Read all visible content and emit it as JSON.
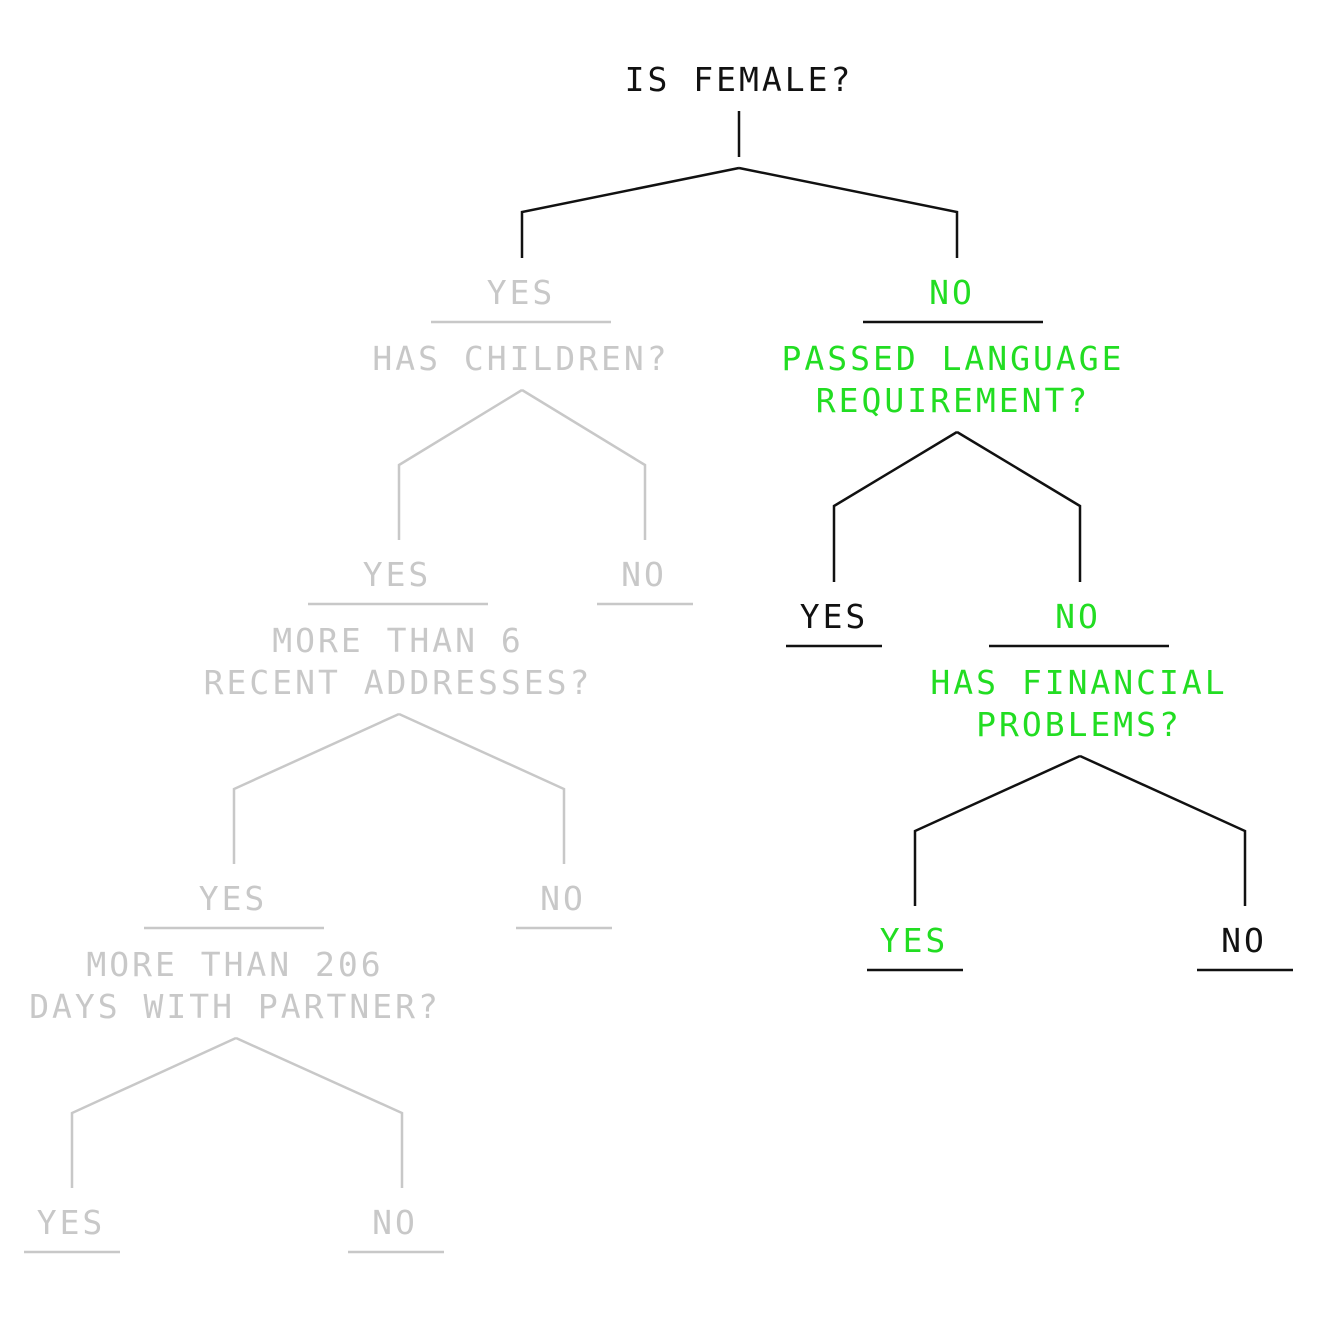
{
  "colors": {
    "active": "#111111",
    "highlight": "#22dd22",
    "inactive": "#c8c8c8"
  },
  "tree": {
    "root_question": "IS FEMALE?",
    "yes_branch": {
      "answer": "YES",
      "question": "HAS CHILDREN?",
      "children_yes": {
        "answer": "YES",
        "question_lines": [
          "MORE THAN 6",
          "RECENT ADDRESSES?"
        ],
        "addresses_yes": {
          "answer": "YES",
          "question_lines": [
            "MORE THAN 206",
            "DAYS WITH PARTNER?"
          ],
          "partner_yes": {
            "answer": "YES"
          },
          "partner_no": {
            "answer": "NO"
          }
        },
        "addresses_no": {
          "answer": "NO"
        }
      },
      "children_no": {
        "answer": "NO"
      }
    },
    "no_branch": {
      "answer": "NO",
      "question_lines": [
        "PASSED LANGUAGE",
        "REQUIREMENT?"
      ],
      "language_yes": {
        "answer": "YES"
      },
      "language_no": {
        "answer": "NO",
        "question_lines": [
          "HAS FINANCIAL",
          "PROBLEMS?"
        ],
        "financial_yes": {
          "answer": "YES"
        },
        "financial_no": {
          "answer": "NO"
        }
      }
    }
  }
}
